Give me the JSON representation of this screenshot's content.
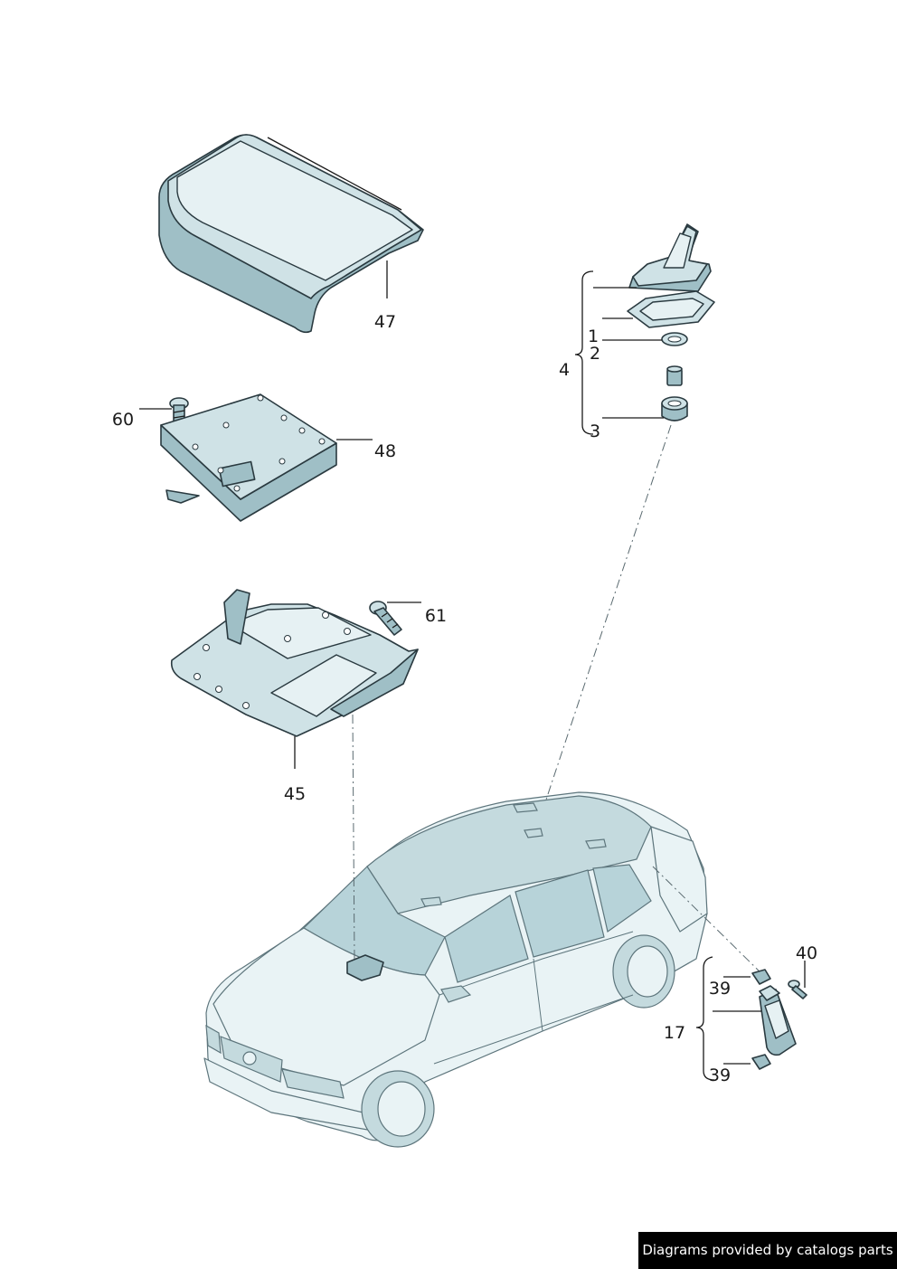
{
  "callouts": {
    "c47": "47",
    "c60": "60",
    "c48": "48",
    "c61": "61",
    "c45": "45",
    "c4": "4",
    "c1": "1",
    "c2": "2",
    "c3": "3",
    "c40": "40",
    "c39a": "39",
    "c17": "17",
    "c39b": "39"
  },
  "credit": "Diagrams provided by catalogs parts"
}
